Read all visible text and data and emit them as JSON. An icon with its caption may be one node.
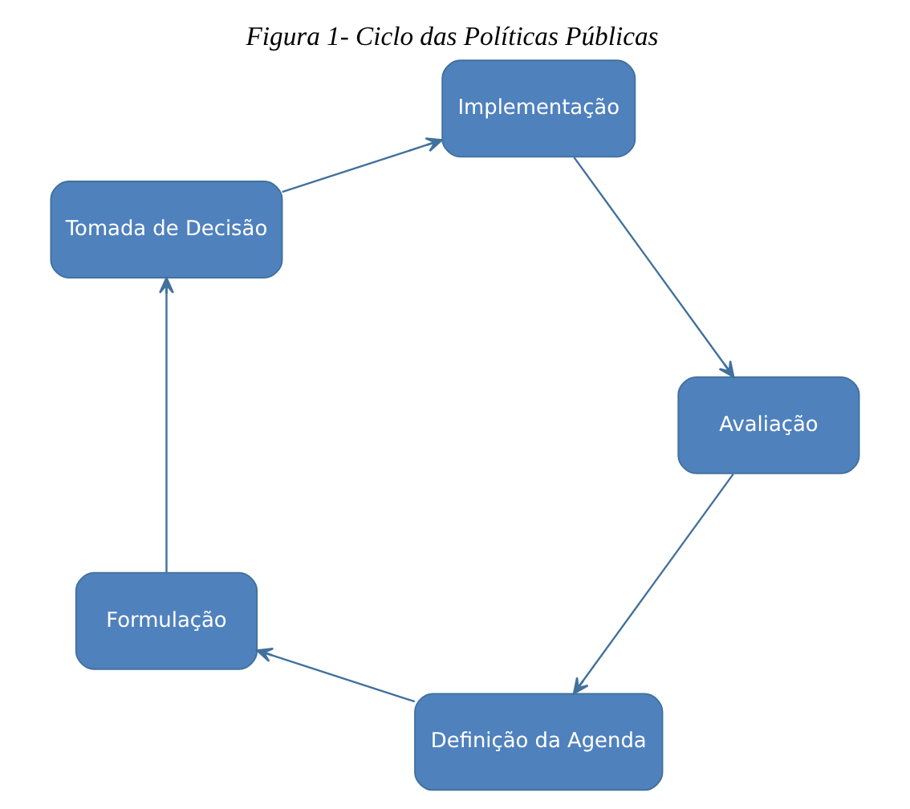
{
  "diagram": {
    "title": "Figura 1- Ciclo das Políticas Públicas",
    "nodes": [
      {
        "text": [
          "Definição da Agenda"
        ]
      },
      {
        "text": [
          "Formulação"
        ]
      },
      {
        "text": [
          "Tomada de Decisão"
        ]
      },
      {
        "text": [
          "Implementação"
        ]
      },
      {
        "text": [
          "Avaliação"
        ]
      }
    ],
    "edges": [
      {
        "from": 0,
        "to": 1,
        "arrow": "to"
      },
      {
        "from": 1,
        "to": 2,
        "arrow": "to"
      },
      {
        "from": 2,
        "to": 3,
        "arrow": "to"
      },
      {
        "from": 3,
        "to": 4,
        "arrow": "to"
      },
      {
        "from": 4,
        "to": 0,
        "arrow": "to"
      }
    ]
  }
}
